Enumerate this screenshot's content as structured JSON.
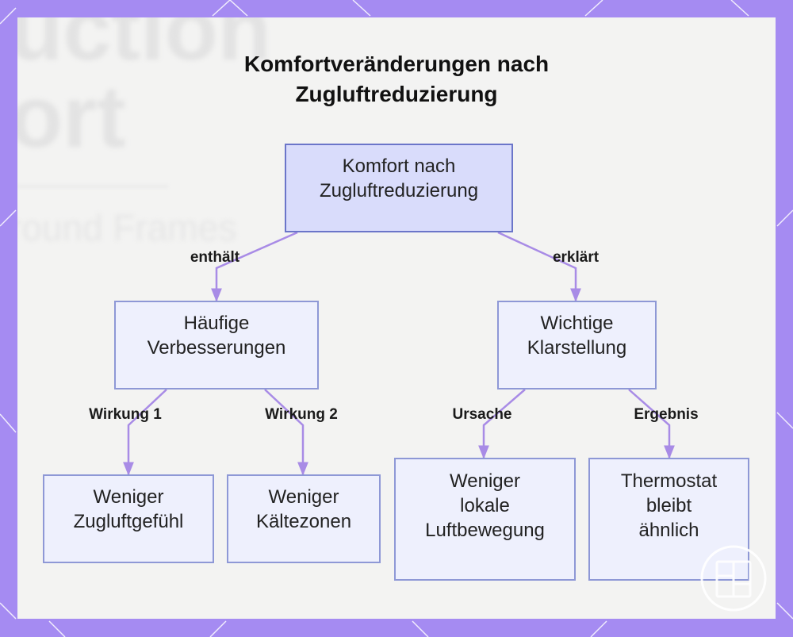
{
  "title": {
    "line1": "Komfortveränderungen nach",
    "line2": "Zugluftreduzierung"
  },
  "background_ghost": {
    "line1": "uction",
    "line2": "ort",
    "line3": "round Frames"
  },
  "nodes": {
    "root": {
      "lines": [
        "Komfort nach",
        "Zugluftreduzierung"
      ]
    },
    "improvements": {
      "lines": [
        "Häufige",
        "Verbesserungen"
      ]
    },
    "clarification": {
      "lines": [
        "Wichtige",
        "Klarstellung"
      ]
    },
    "less_draft": {
      "lines": [
        "Weniger",
        "Zugluftgefühl"
      ]
    },
    "less_cold": {
      "lines": [
        "Weniger",
        "Kältezonen"
      ]
    },
    "less_air": {
      "lines": [
        "Weniger",
        "lokale",
        "Luftbewegung"
      ]
    },
    "thermostat": {
      "lines": [
        "Thermostat",
        "bleibt",
        "ähnlich"
      ]
    }
  },
  "edge_labels": {
    "contains": "enthält",
    "explains": "erklärt",
    "effect1": "Wirkung 1",
    "effect2": "Wirkung 2",
    "cause": "Ursache",
    "result": "Ergebnis"
  },
  "colors": {
    "frame": "#a58bf2",
    "panel": "#f3f3f2",
    "edge": "#a88be6",
    "node_border": "#8e98d6",
    "root_fill": "#d9dcfb",
    "node_fill": "#eef0fd"
  }
}
